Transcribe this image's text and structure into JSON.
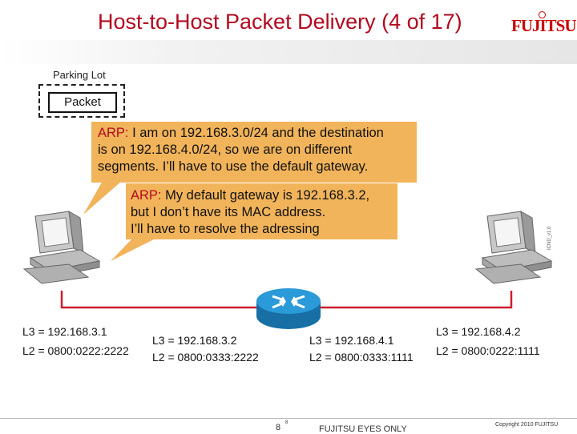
{
  "slide": {
    "title": "Host-to-Host Packet Delivery (4 of 17)",
    "logo_text": "FUJITSU"
  },
  "parking": {
    "label": "Parking Lot",
    "packet_label": "Packet"
  },
  "bubbles": [
    {
      "prefix": "ARP:",
      "lines": [
        " I am on 192.168.3.0/24 and the destination",
        "is on 192.168.4.0/24, so we are on different",
        "segments. I’ll have to use the default gateway."
      ]
    },
    {
      "prefix": "ARP:",
      "lines": [
        " My default gateway is 192.168.3.2,",
        "but I don’t have its MAC address.",
        "I’ll have to resolve the adressing"
      ]
    }
  ],
  "addresses": {
    "host_left": {
      "l3": "L3 = 192.168.3.1",
      "l2": "L2 = 0800:0222:2222"
    },
    "router_left": {
      "l3": "L3 = 192.168.3.2",
      "l2": "L2 = 0800:0333:2222"
    },
    "router_right": {
      "l3": "L3 = 192.168.4.1",
      "l2": "L2 = 0800:0333:1111"
    },
    "host_right": {
      "l3": "L3 = 192.168.4.2",
      "l2": "L2 = 0800:0222:1111"
    }
  },
  "figure_id": "ICND_v1.0",
  "footer": {
    "page": "8",
    "page_sup": "8",
    "center": "FUJITSU EYES ONLY",
    "right": "Copyright 2010 FUJITSU"
  },
  "colors": {
    "title": "#b20a20",
    "bubble": "#f2b45a",
    "link": "#cc1e2c",
    "router": "#1f8fcf"
  },
  "icons": [
    "pc-icon",
    "router-icon"
  ]
}
